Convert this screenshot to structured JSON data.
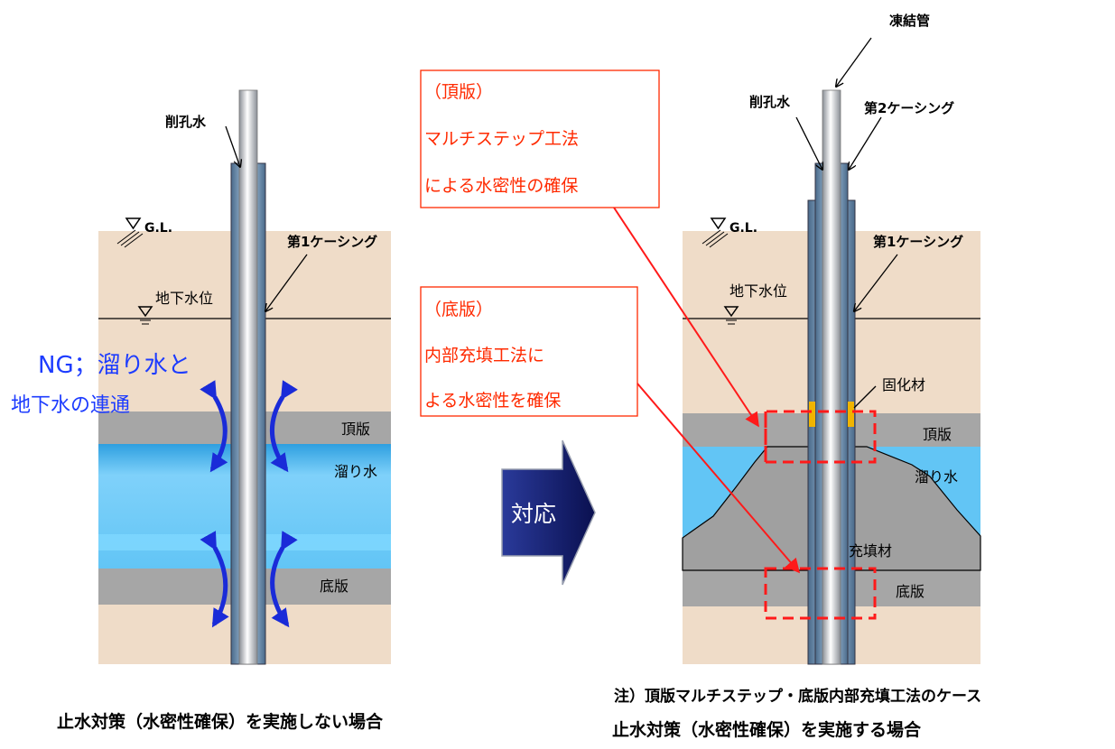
{
  "left": {
    "drill_water": "削孔水",
    "gl": "G.L.",
    "casing1": "第1ケーシング",
    "groundwater_level": "地下水位",
    "ng_line1": "NG；溜り水と",
    "ng_line2": "地下水の連通",
    "top_slab": "頂版",
    "pooled_water": "溜り水",
    "bottom_slab": "底版",
    "caption": "止水対策（水密性確保）を実施しない場合"
  },
  "arrow": {
    "label": "対応"
  },
  "callouts": {
    "top": {
      "line1": "（頂版）",
      "line2": "マルチステップ工法",
      "line3": "による水密性の確保"
    },
    "bottom": {
      "line1": "（底版）",
      "line2": "内部充填工法に",
      "line3": "よる水密性を確保"
    }
  },
  "right": {
    "freeze_pipe": "凍結管",
    "drill_water": "削孔水",
    "casing2": "第2ケーシング",
    "gl": "G.L.",
    "casing1": "第1ケーシング",
    "groundwater_level": "地下水位",
    "solidifier": "固化材",
    "top_slab": "頂版",
    "pooled_water": "溜り水",
    "filler": "充填材",
    "bottom_slab": "底版",
    "note": "注）頂版マルチステップ・底版内部充填工法のケース",
    "caption": "止水対策（水密性確保）を実施する場合"
  },
  "colors": {
    "soil": "#efdcc8",
    "slab": "#a6a6a6",
    "water": "#62c5f5",
    "filler": "#a0a0a0",
    "callout": "#ff2a00",
    "ng_text": "#1d3cff",
    "blue_arrow": "#1a2bd8",
    "navy_arrow": "#101a6e",
    "dashed_red": "#ff1a1a"
  }
}
